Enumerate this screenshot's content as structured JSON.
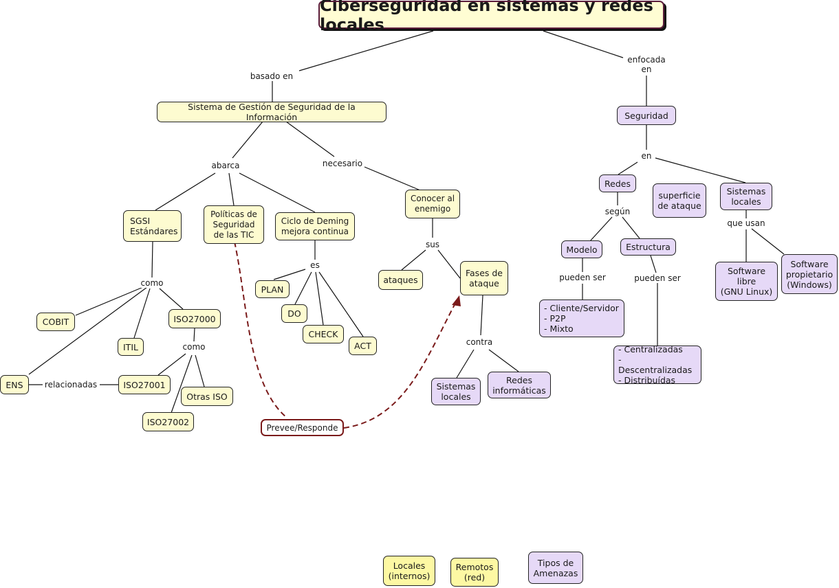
{
  "title": "Ciberseguridad en sistemas y redes locales",
  "colors": {
    "concept_yellow": "#fdfbd0",
    "legend_yellow": "#fdf8a3",
    "concept_purple": "#e6d9f7",
    "dashed_link": "#7a1a1a"
  },
  "nodes": {
    "sgsi": "Sistema de Gestión de Seguridad de la Información",
    "sgsi_estandares": "SGSI\nEstándares",
    "politicas": "Políticas de\nSeguridad\nde las TIC",
    "deming": "Ciclo de Deming\nmejora continua",
    "conocer": "Conocer al\nenemigo",
    "plan": "PLAN",
    "do": "DO",
    "check": "CHECK",
    "act": "ACT",
    "ataques": "ataques",
    "fases": "Fases de\nataque",
    "cobit": "COBIT",
    "itil": "ITIL",
    "iso27000": "ISO27000",
    "ens": "ENS",
    "iso27001": "ISO27001",
    "otras_iso": "Otras ISO",
    "iso27002": "ISO27002",
    "prevee": "Prevee/Responde",
    "sistemas_locales_a": "Sistemas\nlocales",
    "redes_informaticas": "Redes\ninformáticas",
    "seguridad": "Seguridad",
    "redes": "Redes",
    "superficie": "superficie\nde ataque",
    "sistemas_locales_b": "Sistemas\nlocales",
    "modelo": "Modelo",
    "estructura": "Estructura",
    "modelo_tipos": "- Cliente/Servidor\n- P2P\n- Mixto",
    "estructura_tipos": "- Centralizadas\n- Descentralizadas\n- Distribuídas",
    "software_libre": "Software\nlibre\n(GNU Linux)",
    "software_propietario": "Software\npropietario\n(Windows)"
  },
  "links": {
    "basado_en": "basado en",
    "enfocada_en": "enfocada\nen",
    "abarca": "abarca",
    "necesario": "necesario",
    "como1": "como",
    "es": "es",
    "sus": "sus",
    "como2": "como",
    "relacionadas": "relacionadas",
    "contra": "contra",
    "en": "en",
    "segun": "según",
    "que_usan": "que usan",
    "pueden_ser1": "pueden ser",
    "pueden_ser2": "pueden ser"
  },
  "legend": {
    "locales": "Locales\n(internos)",
    "remotos": "Remotos\n(red)",
    "tipos": "Tipos de\nAmenazas"
  }
}
